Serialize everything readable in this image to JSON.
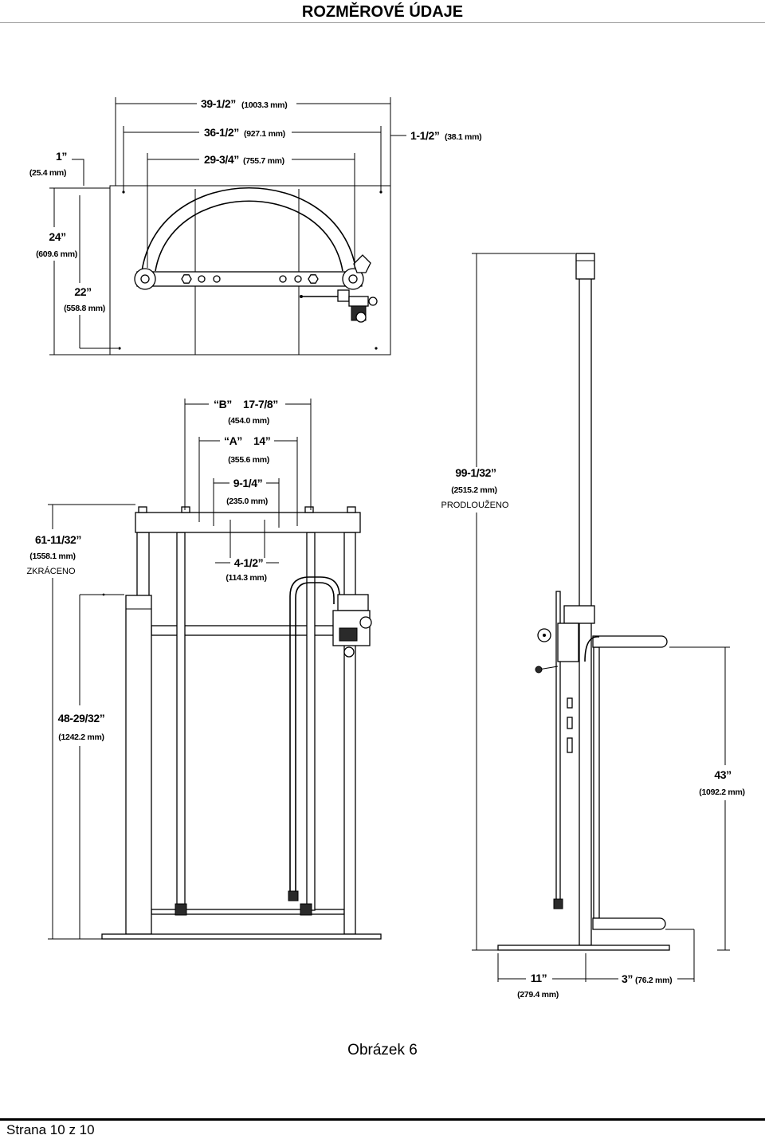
{
  "header": {
    "title": "ROZMĚROVÉ ÚDAJE"
  },
  "top_view": {
    "dimensions": [
      {
        "value": "39-1/2”",
        "metric": "(1003.3 mm)"
      },
      {
        "value": "36-1/2”",
        "metric": "(927.1 mm)"
      },
      {
        "value": "1-1/2”",
        "metric": "(38.1 mm)"
      },
      {
        "value": "29-3/4”",
        "metric": "(755.7 mm)"
      },
      {
        "value": "1”",
        "metric": "(25.4 mm)"
      },
      {
        "value": "24”",
        "metric": "(609.6 mm)"
      },
      {
        "value": "22”",
        "metric": "(558.8 mm)"
      }
    ]
  },
  "front_view": {
    "dimensions": [
      {
        "label": "“B”",
        "value": "17-7/8”",
        "metric": "(454.0 mm)"
      },
      {
        "label": "“A”",
        "value": "14”",
        "metric": "(355.6 mm)"
      },
      {
        "value": "9-1/4”",
        "metric": "(235.0 mm)"
      },
      {
        "value": "4-1/2”",
        "metric": "(114.3 mm)"
      },
      {
        "value": "61-11/32”",
        "metric": "(1558.1 mm)",
        "note": "ZKRÁCENO"
      },
      {
        "value": "48-29/32”",
        "metric": "(1242.2 mm)"
      }
    ]
  },
  "side_view": {
    "dimensions": [
      {
        "value": "99-1/32”",
        "metric": "(2515.2 mm)",
        "note": "PRODLOUŽENO"
      },
      {
        "value": "43”",
        "metric": "(1092.2 mm)"
      },
      {
        "value": "11”",
        "metric": "(279.4 mm)"
      },
      {
        "value": "3”",
        "metric": "(76.2 mm)"
      }
    ]
  },
  "caption": "Obrázek 6",
  "footer": {
    "page_label": "Strana 10 z 10"
  }
}
